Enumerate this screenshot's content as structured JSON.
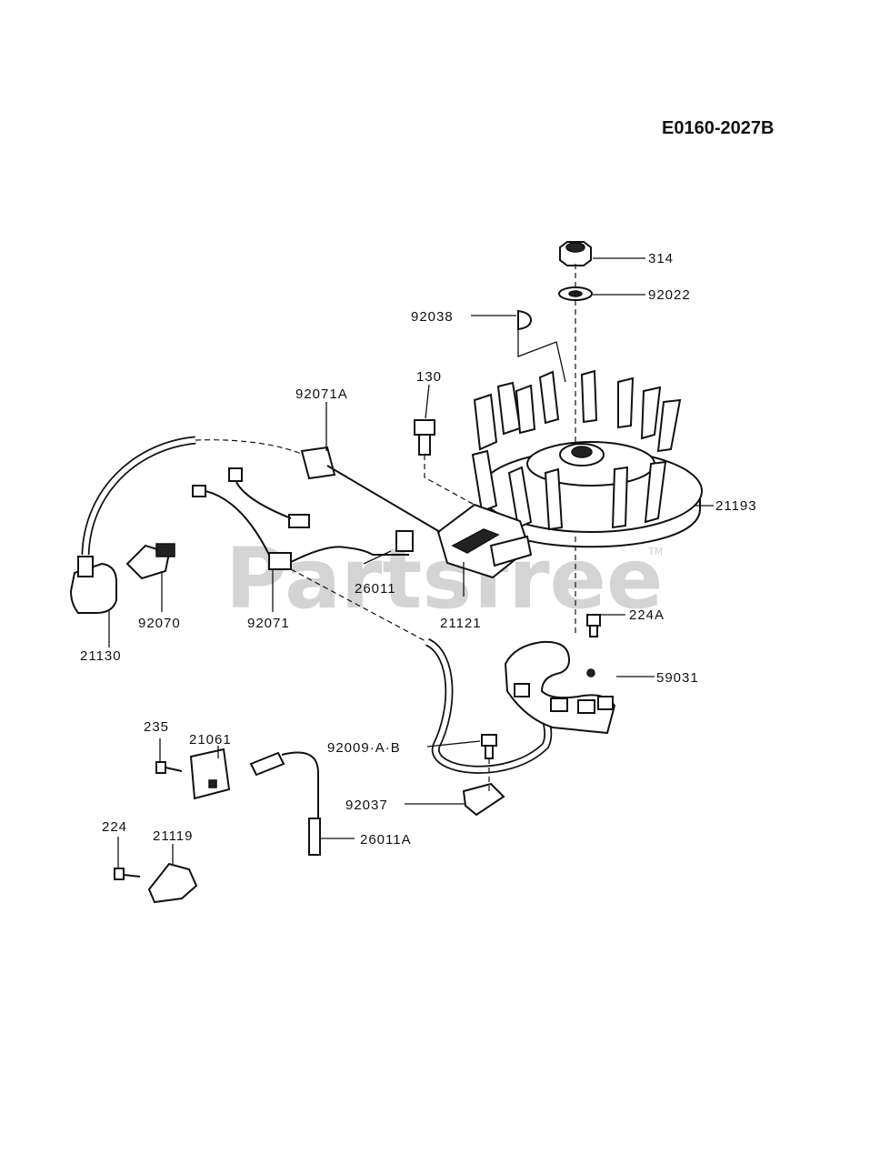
{
  "diagram_code": "E0160-2027B",
  "watermark": "Partsfree",
  "watermark_tm": "TM",
  "parts": [
    {
      "id": "314",
      "label": "314"
    },
    {
      "id": "92022",
      "label": "92022"
    },
    {
      "id": "92038",
      "label": "92038"
    },
    {
      "id": "130",
      "label": "130"
    },
    {
      "id": "92071A",
      "label": "92071A"
    },
    {
      "id": "21193",
      "label": "21193"
    },
    {
      "id": "26011",
      "label": "26011"
    },
    {
      "id": "92070",
      "label": "92070"
    },
    {
      "id": "92071",
      "label": "92071"
    },
    {
      "id": "21121",
      "label": "21121"
    },
    {
      "id": "21130",
      "label": "21130"
    },
    {
      "id": "224A",
      "label": "224A"
    },
    {
      "id": "59031",
      "label": "59031"
    },
    {
      "id": "235",
      "label": "235"
    },
    {
      "id": "21061",
      "label": "21061"
    },
    {
      "id": "92009AB",
      "label": "92009·A·B"
    },
    {
      "id": "92037",
      "label": "92037"
    },
    {
      "id": "26011A",
      "label": "26011A"
    },
    {
      "id": "224",
      "label": "224"
    },
    {
      "id": "21119",
      "label": "21119"
    }
  ]
}
